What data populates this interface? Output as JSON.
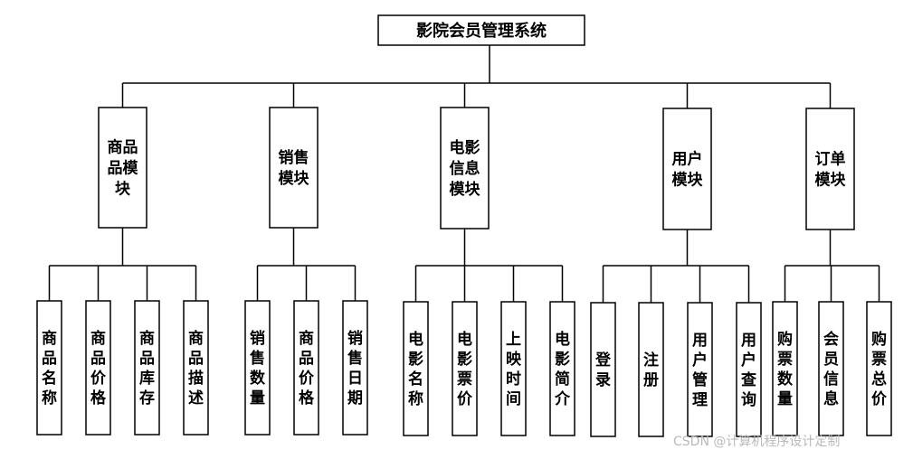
{
  "diagram": {
    "root": "影院会员管理系统",
    "modules": [
      {
        "label": "商品品模块",
        "children": [
          "商品名称",
          "商品价格",
          "商品库存",
          "商品描述"
        ]
      },
      {
        "label": "销售模块",
        "children": [
          "销售数量",
          "商品价格",
          "销售日期"
        ]
      },
      {
        "label": "电影信息模块",
        "children": [
          "电影名称",
          "电影票价",
          "上映时间",
          "电影简介"
        ]
      },
      {
        "label": "用户模块",
        "children": [
          "登录",
          "注册",
          "用户管理",
          "用户查询"
        ]
      },
      {
        "label": "订单模块",
        "children": [
          "购票数量",
          "会员信息",
          "购票总价"
        ]
      }
    ]
  },
  "watermark": "CSDN @计算机程序设计定制"
}
